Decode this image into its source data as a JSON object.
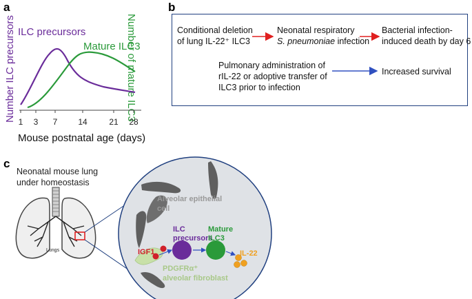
{
  "panels": {
    "a": "a",
    "b": "b",
    "c": "c"
  },
  "panel_a": {
    "y_left_label": "Number ILC precursors",
    "y_right_label": "Number of mature ILC3",
    "x_label": "Mouse postnatal age (days)",
    "series_precursors_label": "ILC precursors",
    "series_mature_label": "Mature ILC3",
    "x_ticks": [
      "1",
      "3",
      "7",
      "14",
      "21",
      "28"
    ],
    "colors": {
      "precursors": "#6a2c9a",
      "mature": "#2a9a3a"
    }
  },
  "panel_b": {
    "row1": {
      "box1_line1": "Conditional deletion",
      "box1_line2": "of lung IL-22⁺ ILC3",
      "box2_line1": "Neonatal respiratory",
      "box2_line2_italic": "S. pneumoniae",
      "box2_line2_rest": " infection",
      "box3_line1": "Bacterial infection-",
      "box3_line2": "induced death by day 6"
    },
    "row2": {
      "left_line1": "Pulmonary administration of",
      "left_line2": "rIL-22 or adoptive transfer of",
      "left_line3": "ILC3 prior to infection",
      "right": "Increased survival"
    },
    "colors": {
      "red_arrow": "#e02020",
      "blue_arrow": "#3050c0",
      "border": "#1f3f7f"
    }
  },
  "panel_c": {
    "title_line1": "Neonatal mouse lung",
    "title_line2": "under homeostasis",
    "lungs_label": "Lungs",
    "alveolar_epithelial_line1": "Alveolar epithelial",
    "alveolar_epithelial_line2": "cell",
    "igf1_label": "IGF1",
    "ilc_precursors_line1": "ILC",
    "ilc_precursors_line2": "precursors",
    "mature_line1": "Mature",
    "mature_line2": "ILC3",
    "il22_label": "IL-22",
    "fibroblast_line1": "PDGFRα⁺",
    "fibroblast_line2": "alveolar fibroblast",
    "colors": {
      "precursor_cell": "#6a2c9a",
      "mature_cell": "#2a9a3a",
      "il22": "#f0a020",
      "igf1": "#d0202a",
      "fibroblast": "#c8e0a8",
      "epithelium": "#606060",
      "circle_border": "#1f3f7f"
    }
  }
}
